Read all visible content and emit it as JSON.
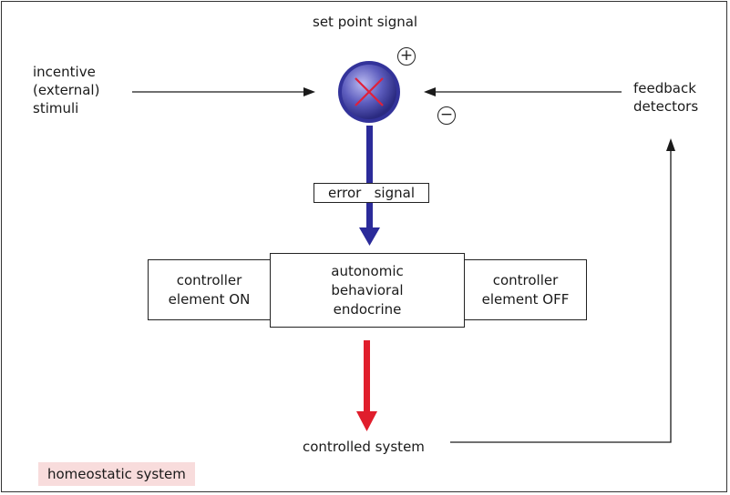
{
  "labels": {
    "set_point": "set point signal",
    "incentive": [
      "incentive",
      "(external)",
      "stimuli"
    ],
    "feedback": [
      "feedback",
      "detectors"
    ],
    "error_signal": "error   signal",
    "controller_on": [
      "controller",
      "element ON"
    ],
    "center": [
      "autonomic",
      "behavioral",
      "endocrine"
    ],
    "controller_off": [
      "controller",
      "element OFF"
    ],
    "controlled_system": "controlled system",
    "homeostatic_system": "homeostatic system"
  },
  "signs": {
    "plus": "+",
    "minus": "−"
  },
  "colors": {
    "blue_arrow": "#2b2b9a",
    "red_arrow": "#e01e2c",
    "comparator": "#5a5ab8",
    "cross": "#e0203a",
    "highlight": "#f8dcdc"
  }
}
